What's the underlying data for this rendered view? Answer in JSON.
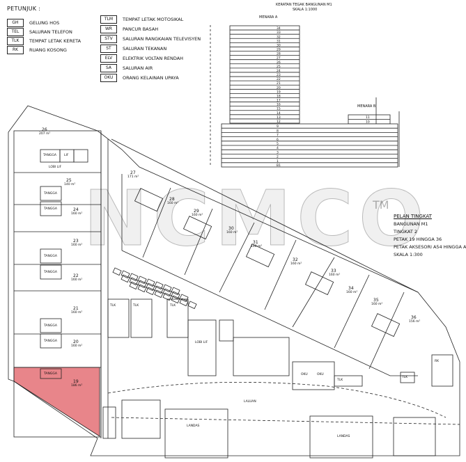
{
  "legend": {
    "title": "PETUNJUK :",
    "left": [
      {
        "code": "GH",
        "label": "GELUNG HOS"
      },
      {
        "code": "TEL",
        "label": "SALURAN TELEFON"
      },
      {
        "code": "TLK",
        "label": "TEMPAT LETAK KERETA"
      },
      {
        "code": "RK",
        "label": "RUANG KOSONG"
      }
    ],
    "right": [
      {
        "code": "TLM",
        "label": "TEMPAT LETAK MOTOSIKAL"
      },
      {
        "code": "WR",
        "label": "PANCUR BASAH"
      },
      {
        "code": "STV",
        "label": "SALURAN RANGKAIAN TELEVISYEN"
      },
      {
        "code": "ST",
        "label": "SALURAN TEKANAN"
      },
      {
        "code": "ELV",
        "label": "ELEKTRIK VOLTAN RENDAH"
      },
      {
        "code": "SA",
        "label": "SALURAN AIR"
      },
      {
        "code": "OKU",
        "label": "ORANG KELAINAN UPAYA"
      }
    ]
  },
  "elevation": {
    "title": "KERATAN TEGAK BANGUNAN M1",
    "scale": "SKALA 1:1000",
    "tower_a": "MENARA A",
    "tower_b": "MENARA B",
    "floors_a": [
      "34",
      "33",
      "32",
      "31",
      "30",
      "29",
      "28",
      "27",
      "26",
      "25",
      "24",
      "23",
      "22",
      "21",
      "20",
      "19",
      "18",
      "17",
      "16",
      "15",
      "14",
      "13",
      "12"
    ],
    "floors_b": [
      "11",
      "10"
    ],
    "floors_podium": [
      "9",
      "8",
      "7",
      "6",
      "5",
      "4",
      "3",
      "2",
      "1",
      "B1"
    ]
  },
  "plan_info": {
    "heading": "PELAN TINGKAT",
    "building": "BANGUNAN M1",
    "level": "TINGKAT 2",
    "lots": "PETAK 19 HINGGA 36",
    "accessory": "PETAK AKSESORI A54 HINGGA A107",
    "scale": "SKALA 1:300"
  },
  "lots": [
    {
      "no": "26",
      "area": "207 m²"
    },
    {
      "no": "25",
      "area": "140 m²"
    },
    {
      "no": "24",
      "area": "160 m²"
    },
    {
      "no": "23",
      "area": "160 m²"
    },
    {
      "no": "22",
      "area": "160 m²"
    },
    {
      "no": "21",
      "area": "160 m²"
    },
    {
      "no": "20",
      "area": "160 m²"
    },
    {
      "no": "19",
      "area": "186 m²"
    },
    {
      "no": "27",
      "area": "171 m²"
    },
    {
      "no": "28",
      "area": "160 m²"
    },
    {
      "no": "29",
      "area": "160 m²"
    },
    {
      "no": "30",
      "area": "160 m²"
    },
    {
      "no": "31",
      "area": "160 m²"
    },
    {
      "no": "32",
      "area": "160 m²"
    },
    {
      "no": "33",
      "area": "160 m²"
    },
    {
      "no": "34",
      "area": "160 m²"
    },
    {
      "no": "35",
      "area": "160 m²"
    },
    {
      "no": "36",
      "area": "156 m²"
    }
  ],
  "labels": {
    "stair": "TANGGA",
    "lift": "LIF",
    "lobby": "LOBI LIF",
    "road": "LALUAN",
    "landing": "LANDAS",
    "tlk": "TLK",
    "oku": "OKU",
    "rk": "RK",
    "watermark": "NCMCO",
    "trademark": "TM"
  },
  "colors": {
    "highlight": "#e8858a",
    "line": "#222222"
  }
}
